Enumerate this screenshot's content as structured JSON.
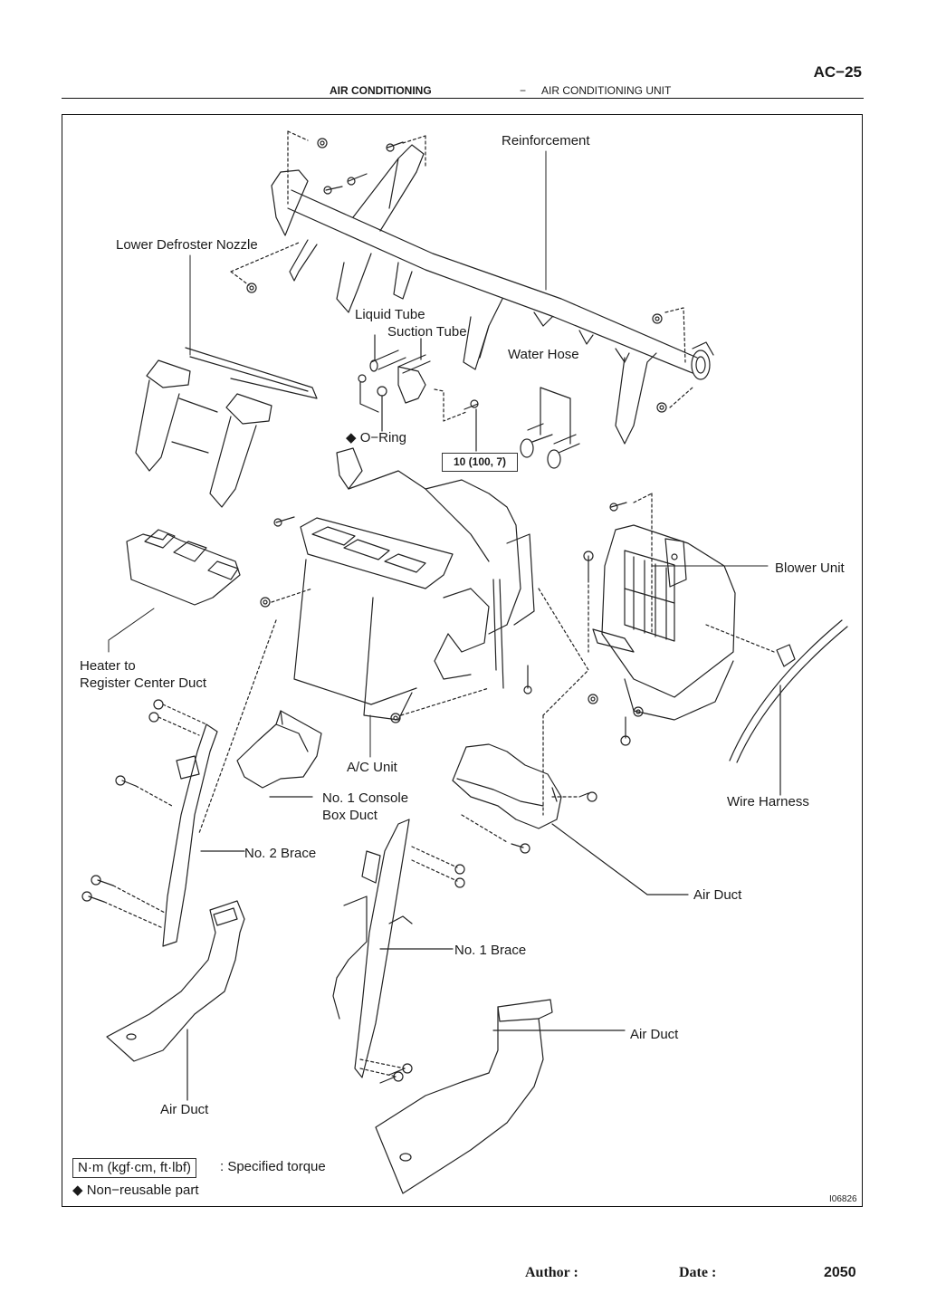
{
  "header": {
    "page_code": "AC−25",
    "section": "AIR CONDITIONING",
    "separator": "−",
    "subsection": "AIR CONDITIONING UNIT"
  },
  "diagram": {
    "labels": {
      "reinforcement": "Reinforcement",
      "lower_defroster_nozzle": "Lower Defroster Nozzle",
      "liquid_tube": "Liquid Tube",
      "suction_tube": "Suction Tube",
      "water_hose": "Water Hose",
      "o_ring": "◆ O−Ring",
      "blower_unit": "Blower Unit",
      "heater_duct_line1": "Heater to",
      "heater_duct_line2": "Register Center Duct",
      "ac_unit": "A/C Unit",
      "console_duct_line1": "No. 1 Console",
      "console_duct_line2": "Box Duct",
      "wire_harness": "Wire Harness",
      "no2_brace": "No. 2 Brace",
      "air_duct_right": "Air Duct",
      "no1_brace": "No. 1 Brace",
      "air_duct_lower_right": "Air Duct",
      "air_duct_left": "Air Duct"
    },
    "torque_spec": "10 (100, 7)",
    "figure_id": "I06826"
  },
  "legend": {
    "torque_unit": "N·m (kgf·cm, ft·lbf)",
    "torque_desc": ": Specified torque",
    "non_reusable": "◆ Non−reusable part"
  },
  "footer": {
    "author_label": "Author :",
    "date_label": "Date :",
    "page_number": "2050"
  }
}
